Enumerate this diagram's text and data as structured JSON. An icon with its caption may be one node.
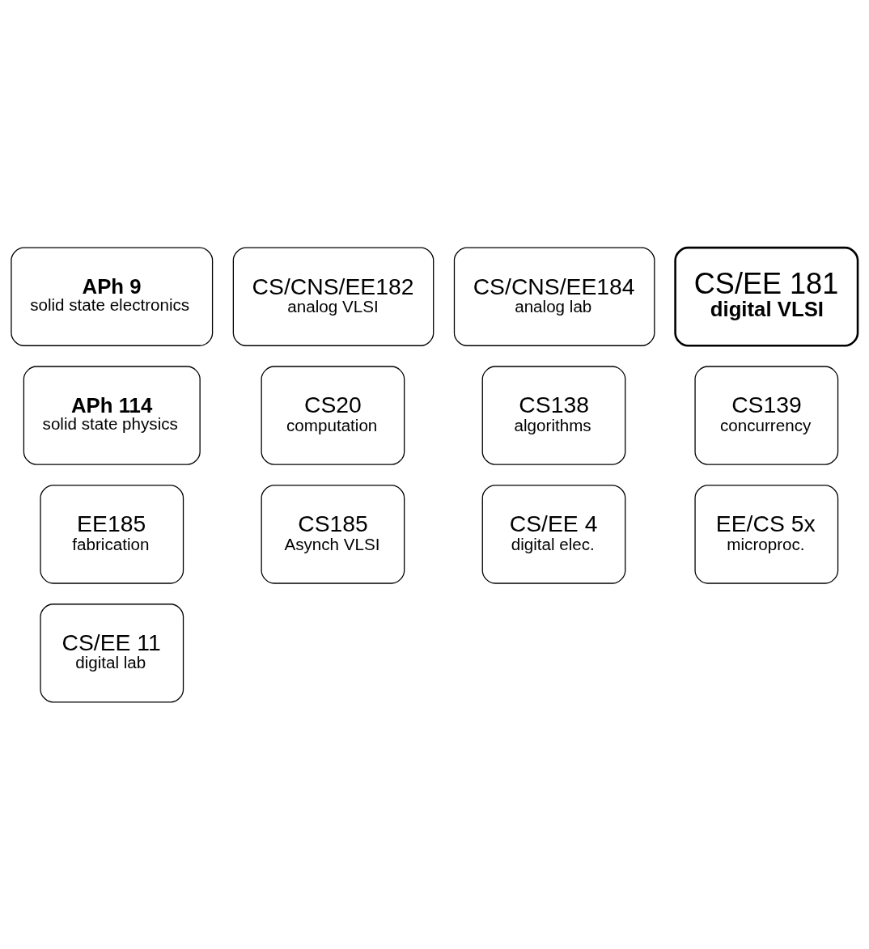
{
  "diagram": {
    "nodes": [
      {
        "text": [
          "APh 114",
          "solid state physics"
        ]
      },
      {
        "text": [
          "CS20",
          "computation"
        ]
      },
      {
        "text": [
          "CS138",
          "algorithms"
        ]
      },
      {
        "text": [
          "APh 9",
          "solid state electronics"
        ]
      },
      {
        "text": [
          "CS139",
          "concurrency"
        ]
      },
      {
        "text": [
          "EE185",
          "fabrication"
        ]
      },
      {
        "text": [
          "CS185",
          "Asynch VLSI"
        ]
      },
      {
        "text": [
          "CS/EE 181",
          "digital VLSI"
        ]
      },
      {
        "text": [
          "CS/CNS/EE182",
          "analog VLSI"
        ]
      },
      {
        "text": [
          "CS/EE 4",
          "digital elec."
        ]
      },
      {
        "text": [
          "CS/CNS/EE184",
          "analog lab"
        ]
      },
      {
        "text": [
          "EE/CS 5x",
          "microproc."
        ]
      },
      {
        "text": [
          "CS/EE 11",
          "digital lab"
        ]
      }
    ],
    "edges": []
  }
}
